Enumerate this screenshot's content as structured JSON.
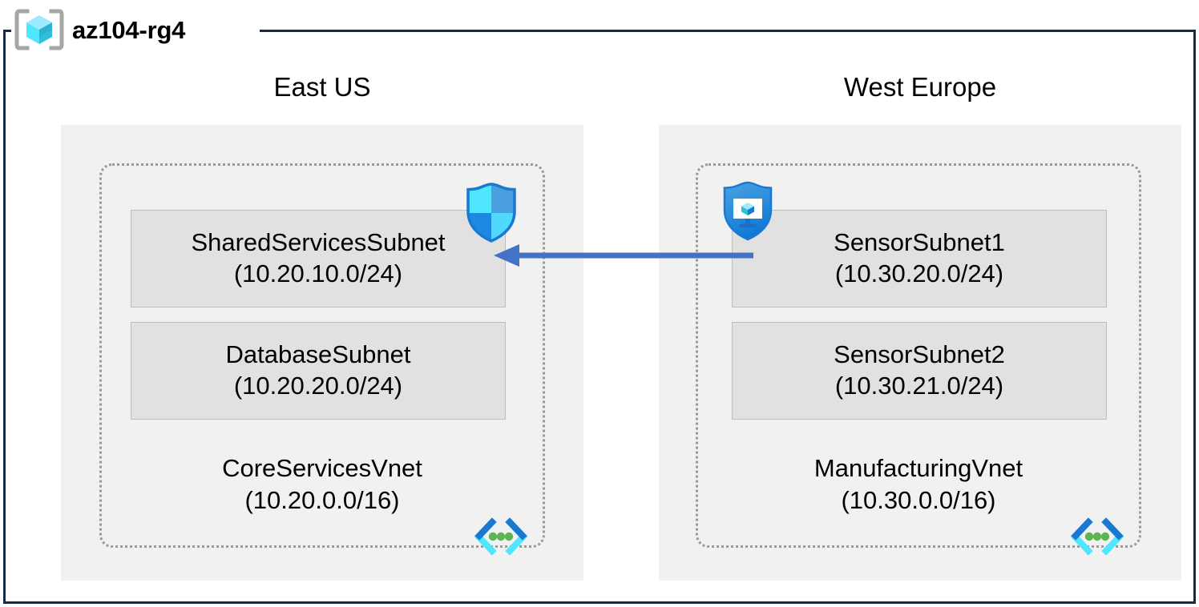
{
  "resource_group": {
    "name": "az104-rg4",
    "icon": "resource-group-cube-icon",
    "frame_color": "#16294b"
  },
  "regions": [
    {
      "label": "East US",
      "background": "#f1f1f1"
    },
    {
      "label": "West Europe",
      "background": "#f1f1f1"
    }
  ],
  "vnets": [
    {
      "name": "CoreServicesVnet",
      "address_space": "(10.20.0.0/16)",
      "region": "East US",
      "icon": "virtual-network-icon",
      "subnets": [
        {
          "name": "SharedServicesSubnet",
          "address_prefix": "(10.20.10.0/24)",
          "attached_icon": "network-security-group-shield-icon"
        },
        {
          "name": "DatabaseSubnet",
          "address_prefix": "(10.20.20.0/24)",
          "attached_icon": null
        }
      ]
    },
    {
      "name": "ManufacturingVnet",
      "address_space": "(10.30.0.0/16)",
      "region": "West Europe",
      "icon": "virtual-network-icon",
      "subnets": [
        {
          "name": "SensorSubnet1",
          "address_prefix": "(10.30.20.0/24)",
          "attached_icon": "application-security-group-shield-icon"
        },
        {
          "name": "SensorSubnet2",
          "address_prefix": "(10.30.21.0/24)",
          "attached_icon": null
        }
      ]
    }
  ],
  "connection": {
    "name": "vnet-peering-arrow",
    "direction": "right-to-left",
    "from": "SensorSubnet1",
    "to": "SharedServicesSubnet",
    "color": "#4472c4",
    "label": ""
  },
  "colors": {
    "frame": "#16294b",
    "region_fill": "#f1f1f1",
    "subnet_fill": "#e1e1e1",
    "subnet_border": "#bdbdbd",
    "vnet_border": "#999999",
    "arrow": "#4472c4",
    "azure_blue": "#0078d4",
    "azure_cyan": "#50e6ff",
    "vnet_icon_green": "#5ab552"
  }
}
